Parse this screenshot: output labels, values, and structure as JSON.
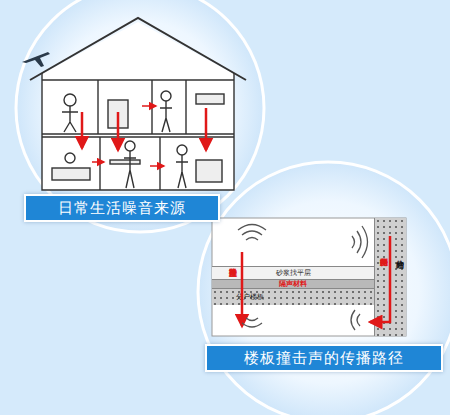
{
  "diagram": {
    "nodes": [
      {
        "text": [
          "日常生活噪音来源"
        ]
      },
      {
        "text": [
          "砂浆找平层"
        ]
      },
      {
        "text": [
          "隔声材料"
        ]
      },
      {
        "text": [
          "分户楼板"
        ]
      },
      {
        "text": [
          "分户结构墙"
        ]
      },
      {
        "text": [
          "楼板撞击声的传播路径"
        ]
      }
    ],
    "labels": [
      "垂直路径",
      "侧向路径"
    ]
  }
}
